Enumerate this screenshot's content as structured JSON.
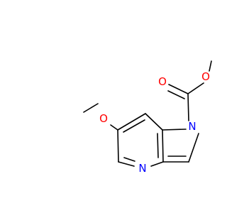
{
  "molecule": {
    "atoms": {
      "o_methoxy": {
        "symbol": "O",
        "color": "#ff0000"
      },
      "n_pyridine": {
        "symbol": "N",
        "color": "#0000ff"
      },
      "n_pyrrole": {
        "symbol": "N",
        "color": "#0000ff"
      },
      "o_carbonyl": {
        "symbol": "O",
        "color": "#ff0000"
      },
      "o_ester": {
        "symbol": "O",
        "color": "#ff0000"
      }
    },
    "bond_color": "#000000"
  }
}
